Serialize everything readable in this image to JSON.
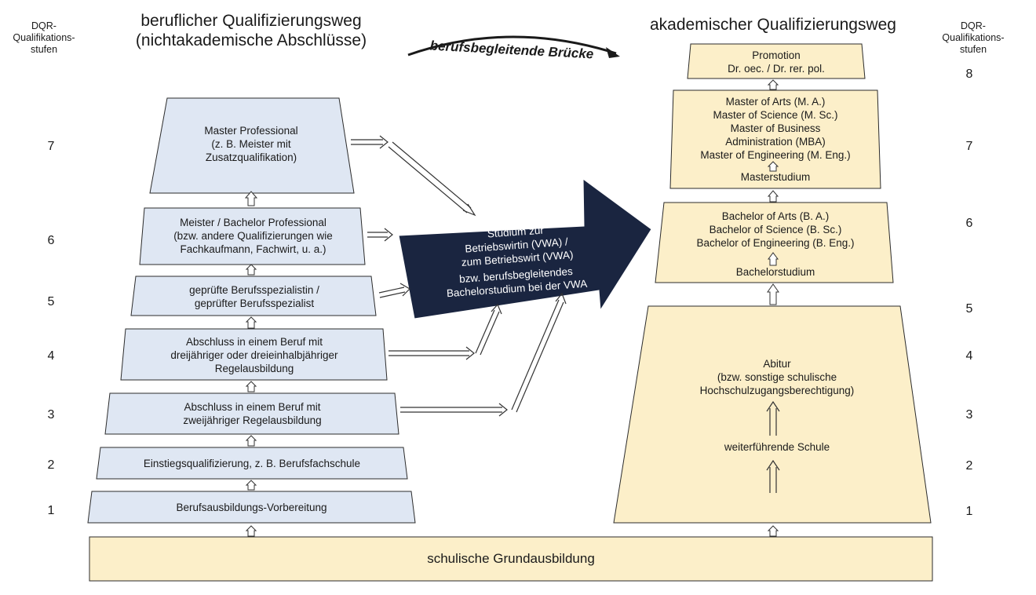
{
  "headers": {
    "dqr_left": "DQR-\nQualifikations-\nstufen",
    "dqr_right": "DQR-\nQualifikations-\nstufen",
    "left_title": "beruflicher Qualifizierungsweg\n(nichtakademische Abschlüsse)",
    "right_title": "akademischer Qualifizierungsweg",
    "bridge": "berufsbegleitende Brücke"
  },
  "levels_left": [
    "7",
    "6",
    "5",
    "4",
    "3",
    "2",
    "1"
  ],
  "levels_right": [
    "8",
    "7",
    "6",
    "5",
    "4",
    "3",
    "2",
    "1"
  ],
  "vocational": [
    {
      "id": "master_professional",
      "text": "Master Professional\n(z. B. Meister mit\nZusatzqualifikation)"
    },
    {
      "id": "meister",
      "text": "Meister / Bachelor Professional\n(bzw. andere Qualifizierungen wie\nFachkaufmann, Fachwirt, u. a.)"
    },
    {
      "id": "spezialist",
      "text": "geprüfte Berufsspezialistin /\ngeprüfter Berufsspezialist"
    },
    {
      "id": "abschluss3",
      "text": "Abschluss in einem Beruf mit\ndreijähriger oder dreieinhalbjähriger\nRegelausbildung"
    },
    {
      "id": "abschluss2",
      "text": "Abschluss in einem Beruf mit\nzweijähriger Regelausbildung"
    },
    {
      "id": "einstieg",
      "text": "Einstiegsqualifizierung, z. B. Berufsfachschule"
    },
    {
      "id": "vorbereitung",
      "text": "Berufsausbildungs-Vorbereitung"
    }
  ],
  "academic": {
    "promotion": "Promotion\nDr. oec.  /  Dr. rer. pol.",
    "master_degrees": "Master of Arts (M. A.)\nMaster of Science (M. Sc.)\nMaster of Business\nAdministration (MBA)\nMaster of Engineering (M. Eng.)",
    "masterstudium": "Masterstudium",
    "bachelor_degrees": "Bachelor of Arts (B. A.)\nBachelor of Science (B. Sc.)\nBachelor of Engineering (B. Eng.)",
    "bachelorstudium": "Bachelorstudium",
    "abitur": "Abitur\n(bzw. sonstige schulische\nHochschulzugangsberechtigung)",
    "weiterfuehrende": "weiterführende Schule"
  },
  "center_arrow": {
    "line1": "Studium zur\nBetriebswirtin (VWA) /\nzum Betriebswirt (VWA)",
    "line2": "bzw. berufsbegleitendes\nBachelorstudium bei der VWA"
  },
  "base": "schulische Grundausbildung",
  "colors": {
    "vocational_fill": "#dfe7f3",
    "academic_fill": "#fcefc9",
    "arrow_fill": "#1a2540",
    "stroke": "#2b2b2b"
  }
}
